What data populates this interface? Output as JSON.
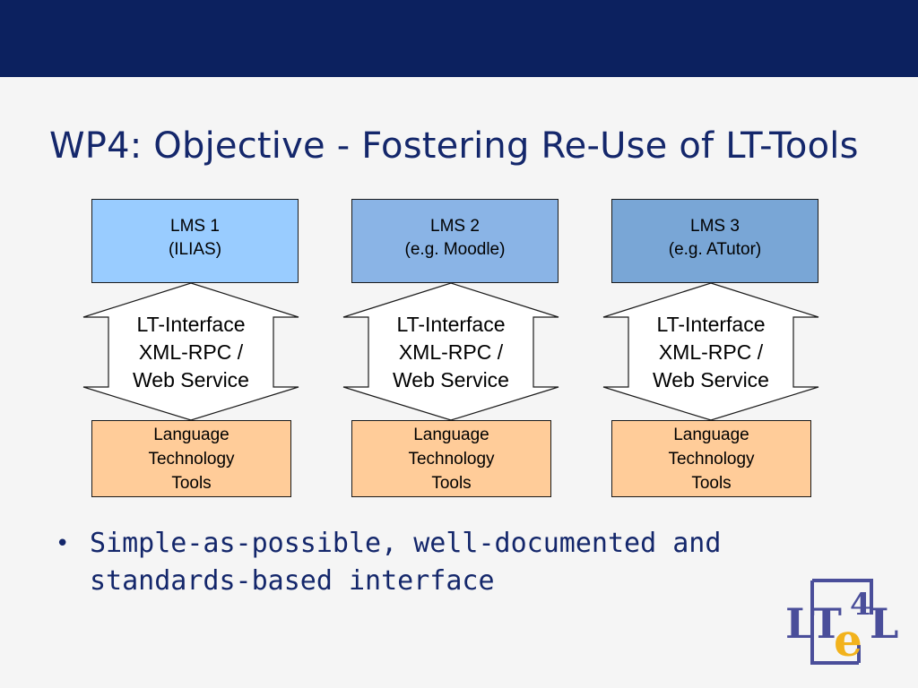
{
  "slide": {
    "title": "WP4: Objective - Fostering Re-Use of LT-Tools"
  },
  "diagram": {
    "columns": [
      {
        "lms_line1": "LMS 1",
        "lms_line2": "(ILIAS)",
        "lms_color": "#99ccff",
        "interface_line1": "LT-Interface",
        "interface_line2": "XML-RPC /",
        "interface_line3": "Web Service",
        "tools_line1": "Language",
        "tools_line2": "Technology",
        "tools_line3": "Tools"
      },
      {
        "lms_line1": "LMS 2",
        "lms_line2": "(e.g. Moodle)",
        "lms_color": "#8ab4e6",
        "interface_line1": "LT-Interface",
        "interface_line2": "XML-RPC /",
        "interface_line3": "Web Service",
        "tools_line1": "Language",
        "tools_line2": "Technology",
        "tools_line3": "Tools"
      },
      {
        "lms_line1": "LMS 3",
        "lms_line2": "(e.g. ATutor)",
        "lms_color": "#79a6d6",
        "interface_line1": "LT-Interface",
        "interface_line2": "XML-RPC /",
        "interface_line3": "Web Service",
        "tools_line1": "Language",
        "tools_line2": "Technology",
        "tools_line3": "Tools"
      }
    ],
    "tools_color": "#ffcc99"
  },
  "bullet": {
    "line1": "Simple-as-possible, well-documented and",
    "line2": "standards-based interface"
  },
  "logo": {
    "icon": "lt4el-logo",
    "text_lt": "LT",
    "text_4": "4",
    "text_e": "e",
    "text_l": "L"
  },
  "colors": {
    "header_bar": "#0c215f",
    "title_text": "#14276b",
    "background": "#f5f5f5"
  }
}
